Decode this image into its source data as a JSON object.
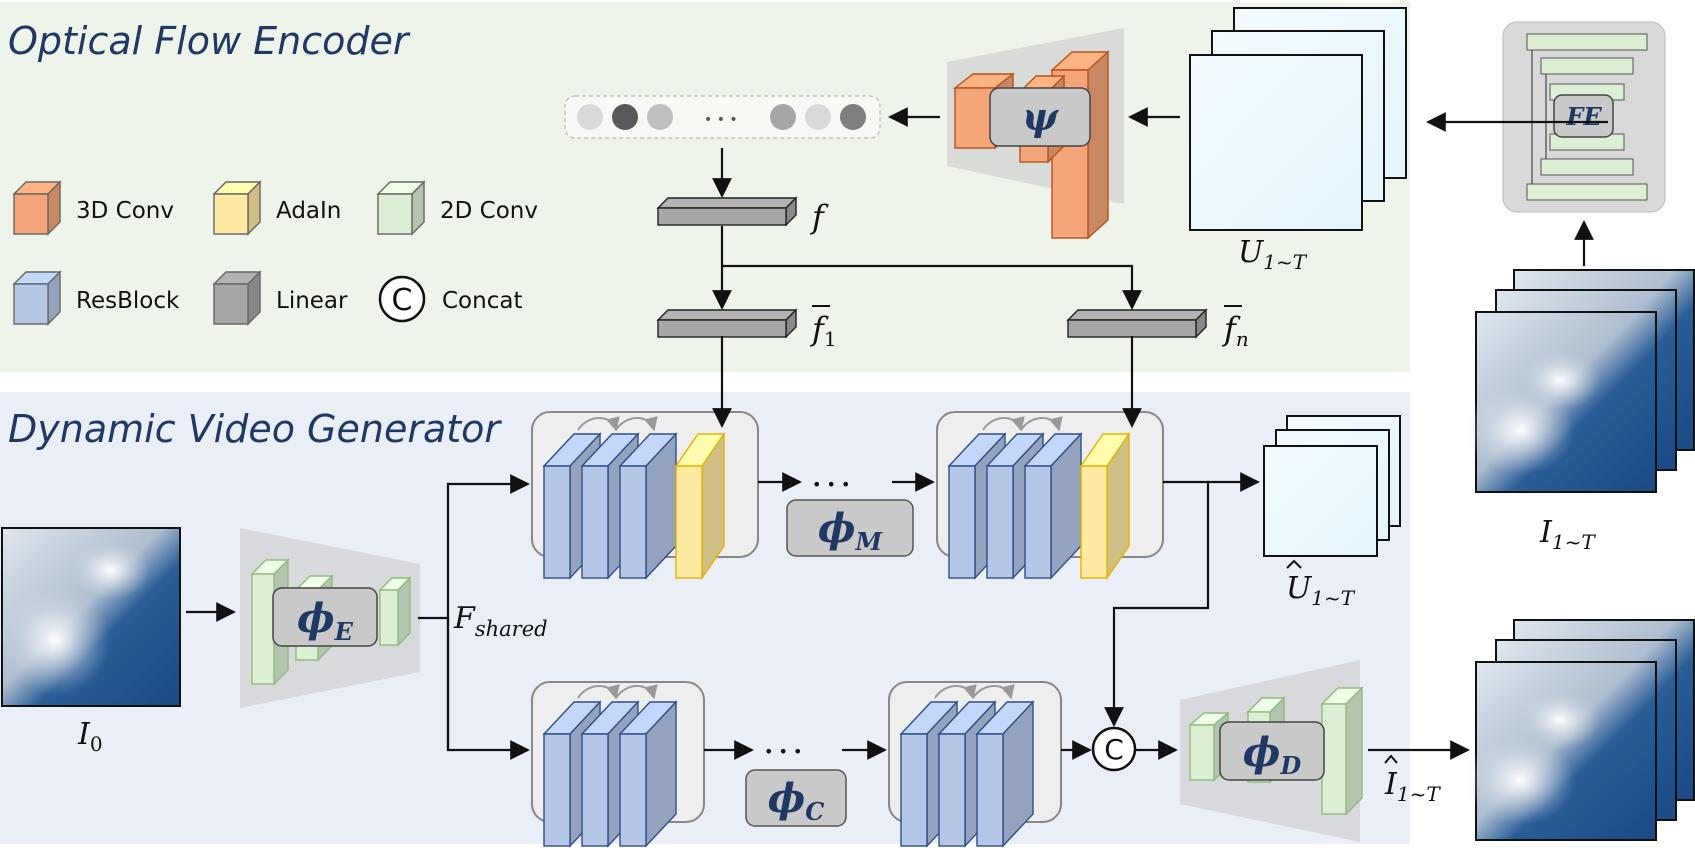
{
  "sections": {
    "encoder_title": "Optical Flow Encoder",
    "generator_title": "Dynamic Video Generator"
  },
  "legend": [
    {
      "label": "3D Conv",
      "color": "#f4a67a",
      "icon": "cube-icon"
    },
    {
      "label": "AdaIn",
      "color": "#fde9a1",
      "icon": "cube-icon"
    },
    {
      "label": "2D Conv",
      "color": "#dcefd4",
      "icon": "cube-icon"
    },
    {
      "label": "ResBlock",
      "color": "#b4c7e7",
      "icon": "cube-icon"
    },
    {
      "label": "Linear",
      "color": "#a6a6a6",
      "icon": "cube-icon"
    },
    {
      "label": "Concat",
      "symbol": "C",
      "icon": "concat-icon"
    }
  ],
  "labels": {
    "psi": "ψ",
    "fe": "FE",
    "phi": "ϕ",
    "phi_e_sub": "E",
    "phi_m_sub": "M",
    "phi_c_sub": "C",
    "phi_d_sub": "D",
    "f": "f",
    "f1_base": "f",
    "f1_sub": "1",
    "fn_base": "f",
    "fn_sub": "n",
    "u_base": "U",
    "u_sub": "1~T",
    "u_hat_base": "U",
    "u_hat_sub": "1~T",
    "i_base": "I",
    "i_sub": "1~T",
    "i0_base": "I",
    "i0_sub": "0",
    "i_hat_base": "I",
    "i_hat_sub": "1~T",
    "f_shared_base": "F",
    "f_shared_sub": "shared",
    "ellipsis": "• • •",
    "concat": "C"
  },
  "colors": {
    "encoder_bg": "#eef4e9",
    "generator_bg": "#eaeef7",
    "conv3d": "#f4a67a",
    "adain": "#fde9a1",
    "conv2d": "#dcefd4",
    "resblock": "#b4c7e7",
    "linear": "#a6a6a6",
    "title": "#1f3864"
  }
}
